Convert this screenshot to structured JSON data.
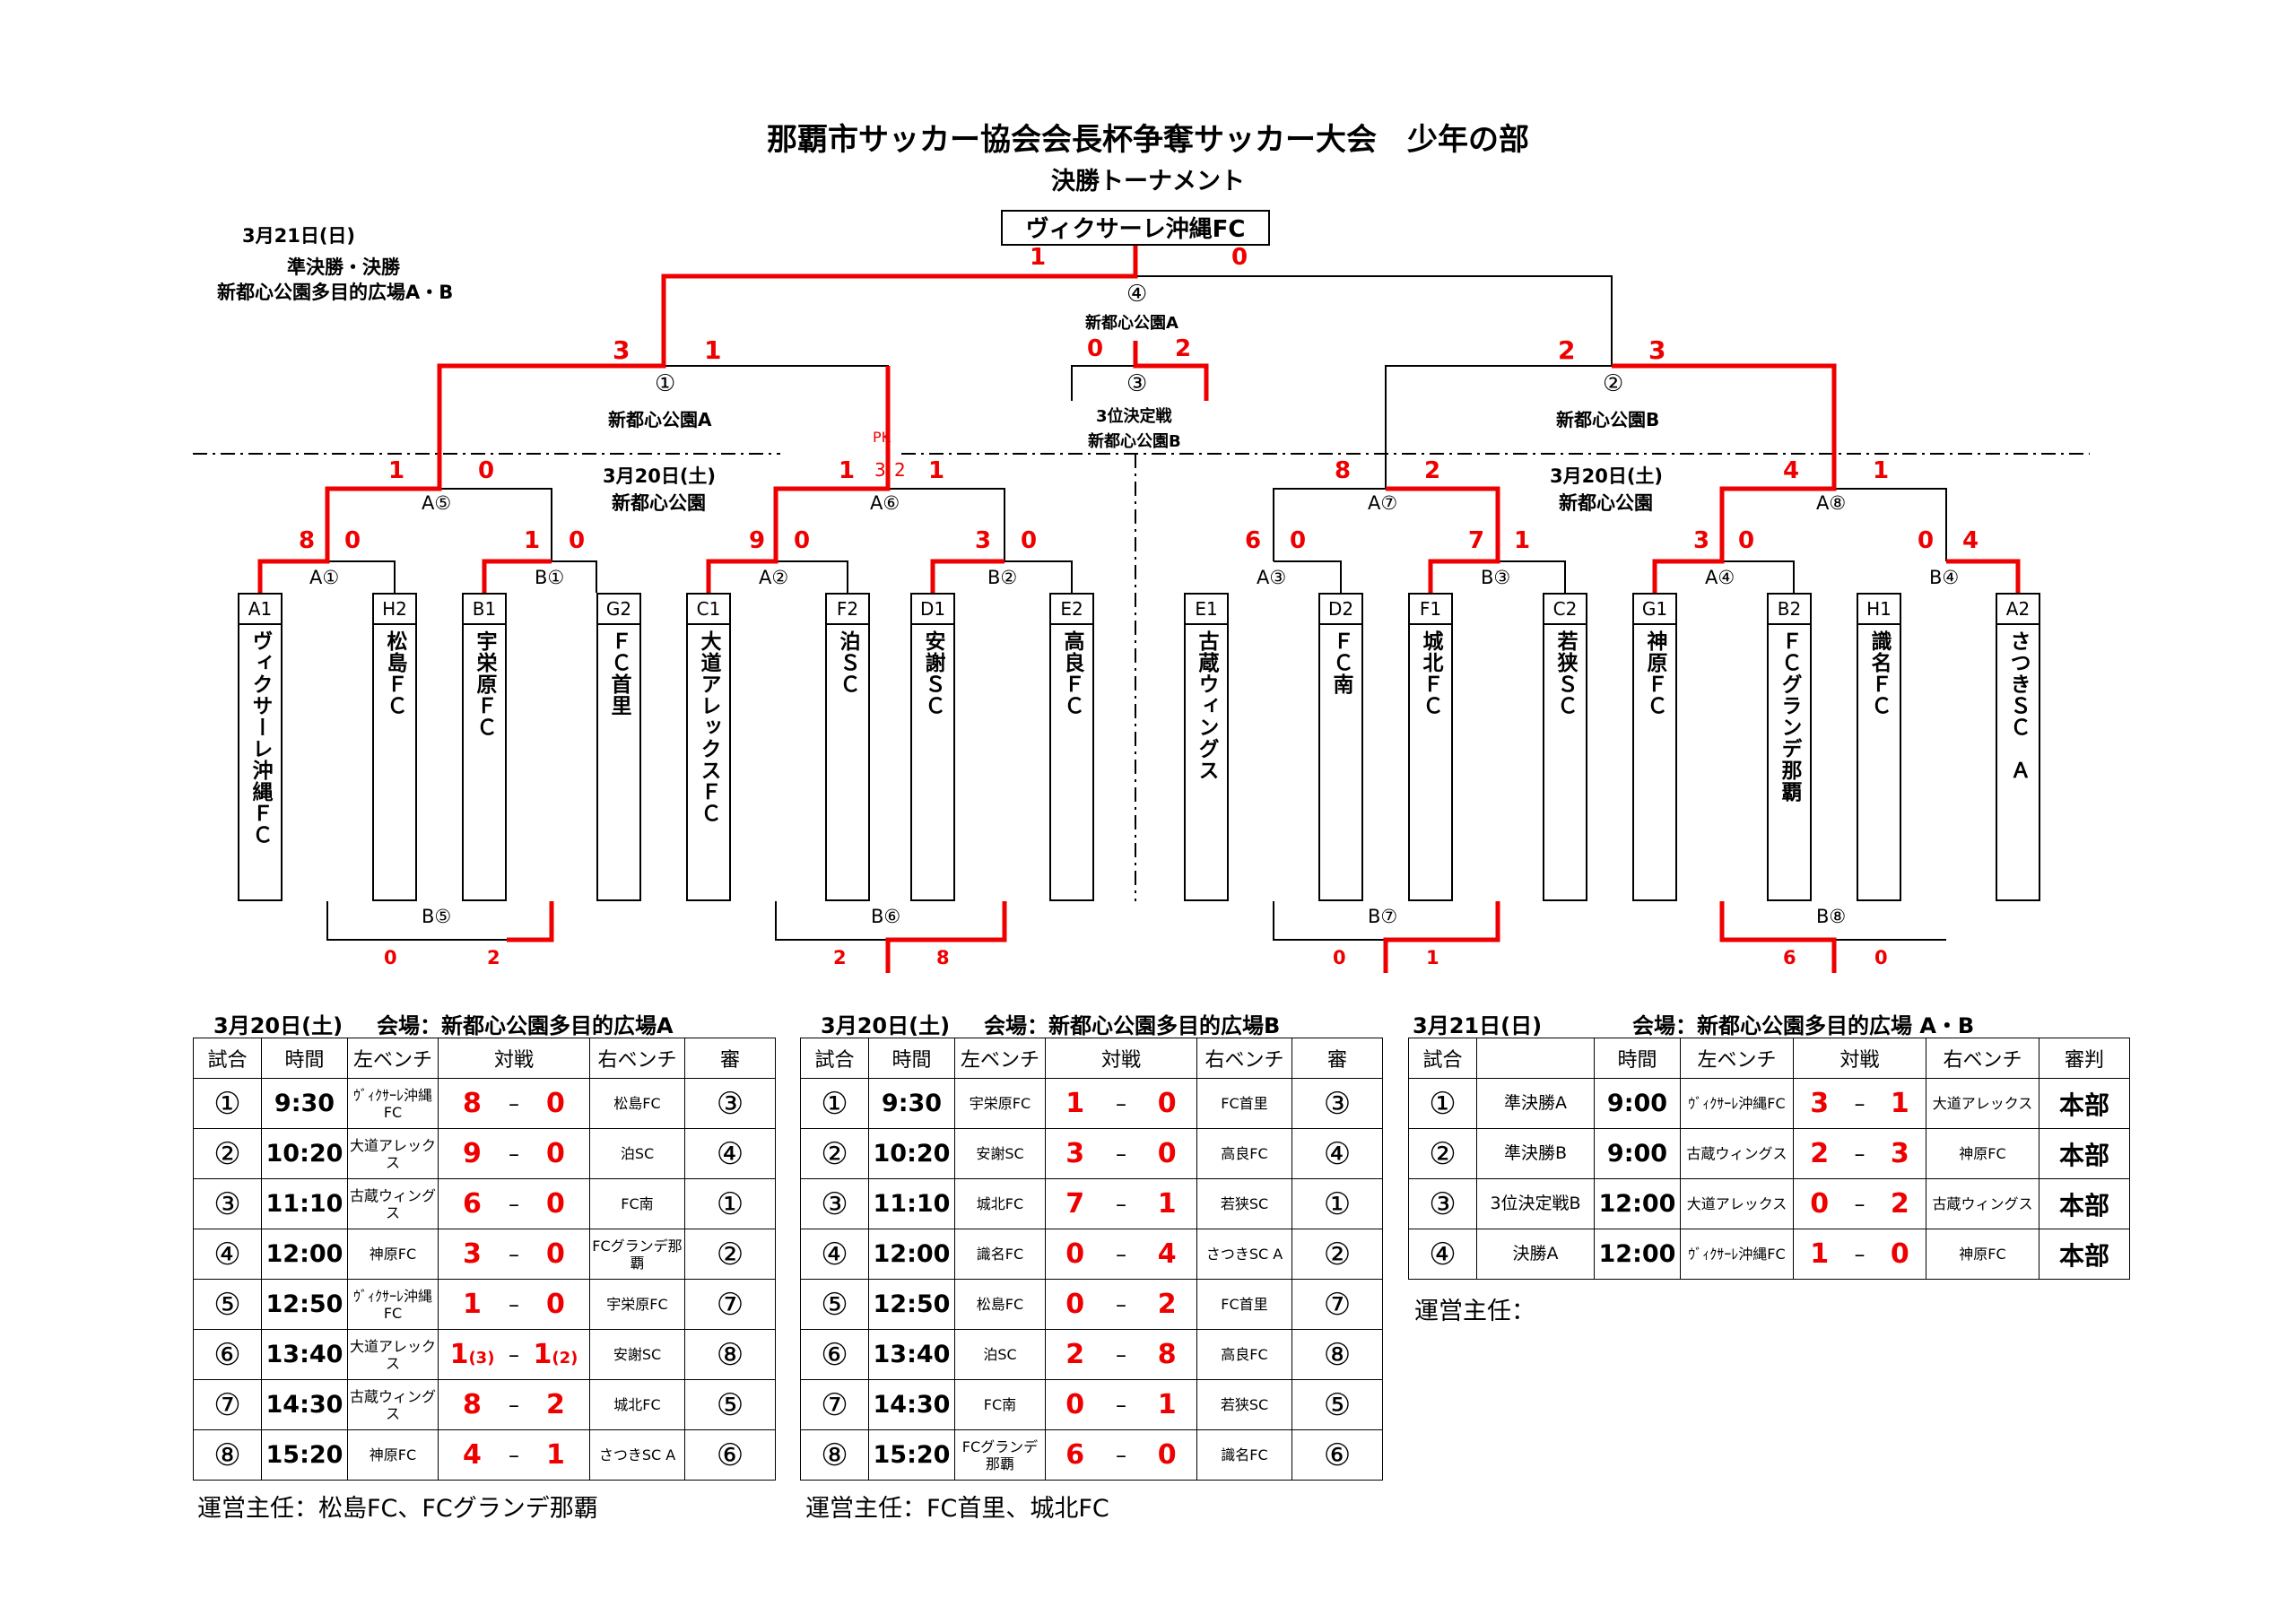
{
  "title": "那覇市サッカー協会会長杯争奪サッカー大会　少年の部",
  "subtitle": "決勝トーナメント",
  "day21": {
    "date": "3月21日(日)",
    "rounds": "準決勝・決勝",
    "venue": "新都心公園多目的広場A・B"
  },
  "champion": "ヴィクサーレ沖縄FC",
  "bracket": {
    "final": {
      "label": "④",
      "venue": "新都心公園A",
      "score_l": "1",
      "score_r": "0"
    },
    "third": {
      "label": "③",
      "title": "3位決定戦",
      "venue": "新都心公園B",
      "score_l": "0",
      "score_r": "2"
    },
    "semi1": {
      "label": "①",
      "venue": "新都心公園A",
      "score_l": "3",
      "score_r": "1"
    },
    "semi2": {
      "label": "②",
      "venue": "新都心公園B",
      "score_l": "2",
      "score_r": "3"
    },
    "day20_left": {
      "date": "3月20日(土)",
      "venue": "新都心公園"
    },
    "day20_right": {
      "date": "3月20日(土)",
      "venue": "新都心公園"
    },
    "pk_label": "PK",
    "qf": [
      {
        "label": "A⑤",
        "l": "1",
        "r": "0"
      },
      {
        "label": "A⑥",
        "l": "1",
        "r": "1",
        "pk_l": "3",
        "pk_r": "2"
      },
      {
        "label": "A⑦",
        "l": "8",
        "r": "2"
      },
      {
        "label": "A⑧",
        "l": "4",
        "r": "1"
      }
    ],
    "r1": [
      {
        "label": "A①",
        "l": "8",
        "r": "0"
      },
      {
        "label": "B①",
        "l": "1",
        "r": "0"
      },
      {
        "label": "A②",
        "l": "9",
        "r": "0"
      },
      {
        "label": "B②",
        "l": "3",
        "r": "0"
      },
      {
        "label": "A③",
        "l": "6",
        "r": "0"
      },
      {
        "label": "B③",
        "l": "7",
        "r": "1"
      },
      {
        "label": "A④",
        "l": "3",
        "r": "0"
      },
      {
        "label": "B④",
        "l": "0",
        "r": "4"
      }
    ],
    "consol": [
      {
        "label": "B⑤",
        "l": "0",
        "r": "2"
      },
      {
        "label": "B⑥",
        "l": "2",
        "r": "8"
      },
      {
        "label": "B⑦",
        "l": "0",
        "r": "1"
      },
      {
        "label": "B⑧",
        "l": "6",
        "r": "0"
      }
    ],
    "teams": [
      {
        "code": "A1",
        "name": "ヴィクサーレ沖縄ＦＣ"
      },
      {
        "code": "H2",
        "name": "松島ＦＣ"
      },
      {
        "code": "B1",
        "name": "宇栄原ＦＣ"
      },
      {
        "code": "G2",
        "name": "ＦＣ首里"
      },
      {
        "code": "C1",
        "name": "大道アレックスＦＣ"
      },
      {
        "code": "F2",
        "name": "泊ＳＣ"
      },
      {
        "code": "D1",
        "name": "安謝ＳＣ"
      },
      {
        "code": "E2",
        "name": "高良ＦＣ"
      },
      {
        "code": "E1",
        "name": "古蔵ウィングス"
      },
      {
        "code": "D2",
        "name": "ＦＣ南"
      },
      {
        "code": "F1",
        "name": "城北ＦＣ"
      },
      {
        "code": "C2",
        "name": "若狭ＳＣ"
      },
      {
        "code": "G1",
        "name": "神原ＦＣ"
      },
      {
        "code": "B2",
        "name": "ＦＣグランデ那覇"
      },
      {
        "code": "H1",
        "name": "識名ＦＣ"
      },
      {
        "code": "A2",
        "name": "さつきＳＣ　Ａ"
      }
    ]
  },
  "schedA": {
    "date": "3月20日(土)",
    "venue": "会場：新都心公園多目的広場A",
    "headers": {
      "match": "試合",
      "time": "時間",
      "left": "左ベンチ",
      "vs": "対戦",
      "right": "右ベンチ",
      "ref": "審"
    },
    "rows": [
      {
        "no": "①",
        "time": "9:30",
        "left": "ｳﾞｨｸｻｰﾚ沖縄FC",
        "sl": "8",
        "sr": "0",
        "right": "松島FC",
        "ref": "③"
      },
      {
        "no": "②",
        "time": "10:20",
        "left": "大道アレックス",
        "sl": "9",
        "sr": "0",
        "right": "泊SC",
        "ref": "④"
      },
      {
        "no": "③",
        "time": "11:10",
        "left": "古蔵ウィングス",
        "sl": "6",
        "sr": "0",
        "right": "FC南",
        "ref": "①"
      },
      {
        "no": "④",
        "time": "12:00",
        "left": "神原FC",
        "sl": "3",
        "sr": "0",
        "right": "FCグランデ那覇",
        "ref": "②"
      },
      {
        "no": "⑤",
        "time": "12:50",
        "left": "ｳﾞｨｸｻｰﾚ沖縄FC",
        "sl": "1",
        "sr": "0",
        "right": "宇栄原FC",
        "ref": "⑦"
      },
      {
        "no": "⑥",
        "time": "13:40",
        "left": "大道アレックス",
        "sl": "1",
        "slpk": "(3)",
        "sr": "1",
        "srpk": "(2)",
        "right": "安謝SC",
        "ref": "⑧"
      },
      {
        "no": "⑦",
        "time": "14:30",
        "left": "古蔵ウィングス",
        "sl": "8",
        "sr": "2",
        "right": "城北FC",
        "ref": "⑤"
      },
      {
        "no": "⑧",
        "time": "15:20",
        "left": "神原FC",
        "sl": "4",
        "sr": "1",
        "right": "さつきSC A",
        "ref": "⑥"
      }
    ],
    "staff": "運営主任：松島FC、FCグランデ那覇"
  },
  "schedB": {
    "date": "3月20日(土)",
    "venue": "会場：新都心公園多目的広場B",
    "headers": {
      "match": "試合",
      "time": "時間",
      "left": "左ベンチ",
      "vs": "対戦",
      "right": "右ベンチ",
      "ref": "審"
    },
    "rows": [
      {
        "no": "①",
        "time": "9:30",
        "left": "宇栄原FC",
        "sl": "1",
        "sr": "0",
        "right": "FC首里",
        "ref": "③"
      },
      {
        "no": "②",
        "time": "10:20",
        "left": "安謝SC",
        "sl": "3",
        "sr": "0",
        "right": "高良FC",
        "ref": "④"
      },
      {
        "no": "③",
        "time": "11:10",
        "left": "城北FC",
        "sl": "7",
        "sr": "1",
        "right": "若狭SC",
        "ref": "①"
      },
      {
        "no": "④",
        "time": "12:00",
        "left": "識名FC",
        "sl": "0",
        "sr": "4",
        "right": "さつきSC A",
        "ref": "②"
      },
      {
        "no": "⑤",
        "time": "12:50",
        "left": "松島FC",
        "sl": "0",
        "sr": "2",
        "right": "FC首里",
        "ref": "⑦"
      },
      {
        "no": "⑥",
        "time": "13:40",
        "left": "泊SC",
        "sl": "2",
        "sr": "8",
        "right": "高良FC",
        "ref": "⑧"
      },
      {
        "no": "⑦",
        "time": "14:30",
        "left": "FC南",
        "sl": "0",
        "sr": "1",
        "right": "若狭SC",
        "ref": "⑤"
      },
      {
        "no": "⑧",
        "time": "15:20",
        "left": "FCグランデ那覇",
        "sl": "6",
        "sr": "0",
        "right": "識名FC",
        "ref": "⑥"
      }
    ],
    "staff": "運営主任：FC首里、城北FC"
  },
  "schedC": {
    "date": "3月21日(日)",
    "venue": "会場：新都心公園多目的広場 A・B",
    "headers": {
      "match": "試合",
      "time": "時間",
      "left": "左ベンチ",
      "vs": "対戦",
      "right": "右ベンチ",
      "ref": "審判"
    },
    "rows": [
      {
        "no": "①",
        "round": "準決勝A",
        "time": "9:00",
        "left": "ｳﾞｨｸｻｰﾚ沖縄FC",
        "sl": "3",
        "sr": "1",
        "right": "大道アレックス",
        "ref": "本部"
      },
      {
        "no": "②",
        "round": "準決勝B",
        "time": "9:00",
        "left": "古蔵ウィングス",
        "sl": "2",
        "sr": "3",
        "right": "神原FC",
        "ref": "本部"
      },
      {
        "no": "③",
        "round": "3位決定戦B",
        "time": "12:00",
        "left": "大道アレックス",
        "sl": "0",
        "sr": "2",
        "right": "古蔵ウィングス",
        "ref": "本部"
      },
      {
        "no": "④",
        "round": "決勝A",
        "time": "12:00",
        "left": "ｳﾞｨｸｻｰﾚ沖縄FC",
        "sl": "1",
        "sr": "0",
        "right": "神原FC",
        "ref": "本部"
      }
    ],
    "staff": "運営主任："
  }
}
